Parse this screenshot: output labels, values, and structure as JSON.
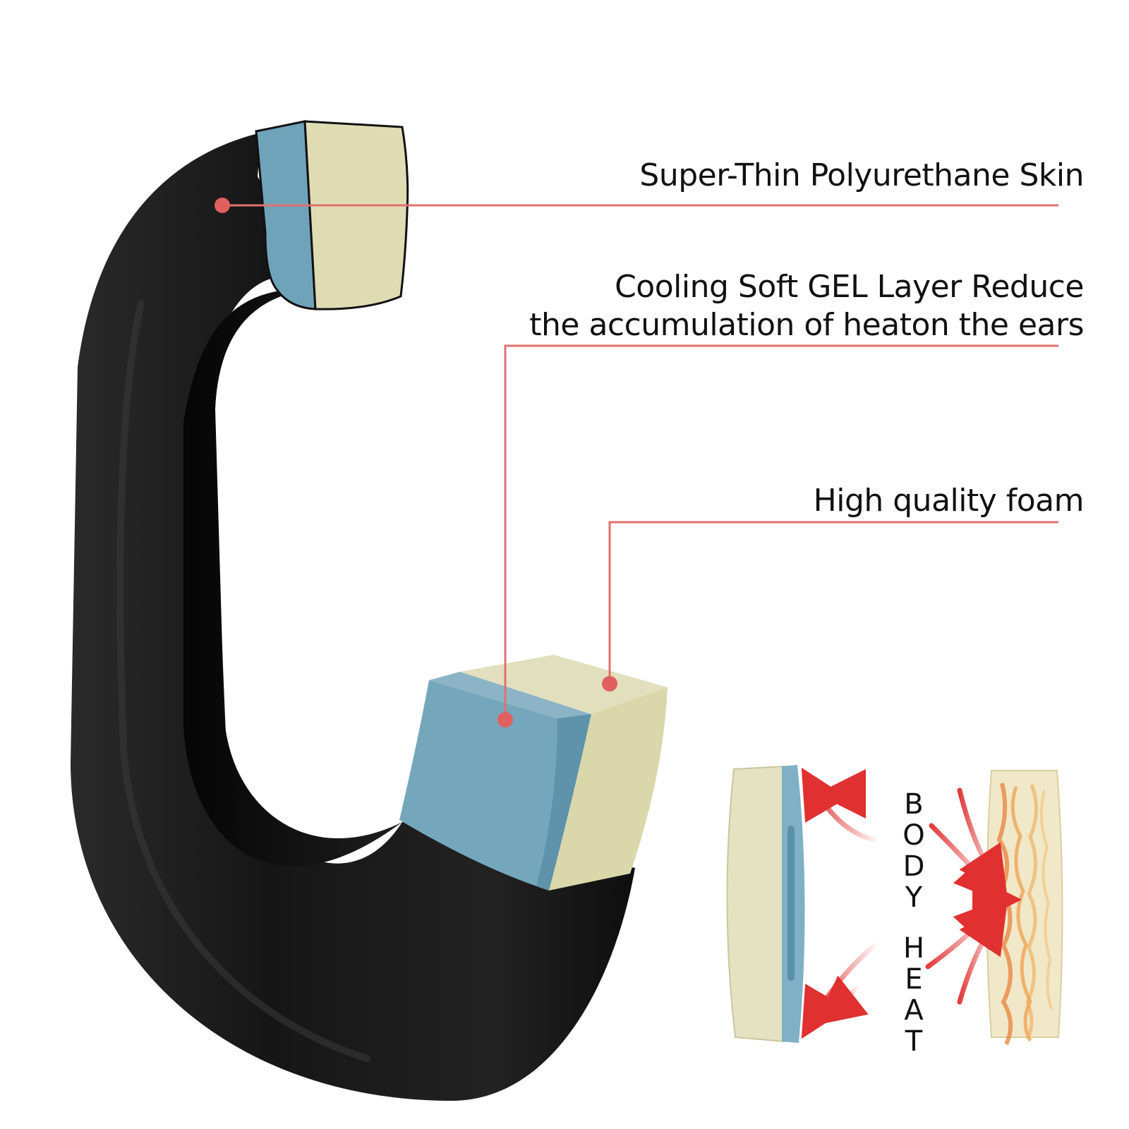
{
  "callouts": [
    {
      "id": "skin",
      "text": "Super-Thin Polyurethane Skin"
    },
    {
      "id": "gel",
      "lines": [
        "Cooling Soft GEL Layer Reduce",
        "the accumulation of heaton the ears"
      ]
    },
    {
      "id": "foam",
      "text": "High quality foam"
    }
  ],
  "heat_diagram": {
    "word_1": [
      "B",
      "O",
      "D",
      "Y"
    ],
    "word_2": [
      "H",
      "E",
      "A",
      "T"
    ]
  },
  "colors": {
    "callout_line": "#e07070",
    "callout_dot": "#e06060",
    "gel_blue": "#7fa9bd",
    "gel_blue_dark": "#6a9cb3",
    "foam_cream": "#dfdcb4",
    "cushion_black": "#1b1b1b",
    "heat_arrow": "#e03030",
    "flame_orange": "#e8813a"
  },
  "icons": [
    "ear-cushion-cutaway",
    "heat-arrow",
    "flame-pattern"
  ]
}
